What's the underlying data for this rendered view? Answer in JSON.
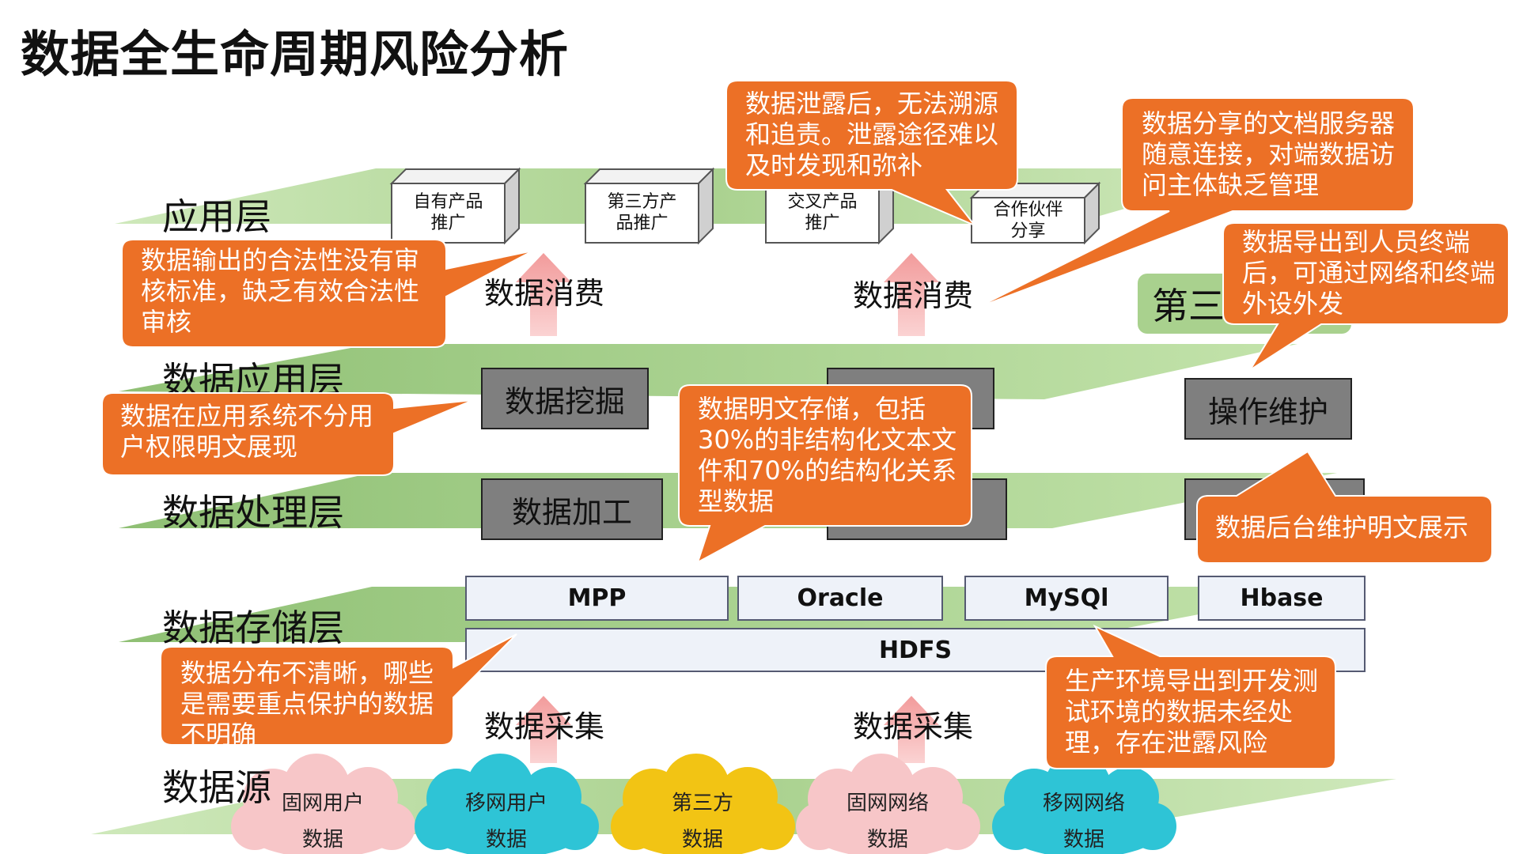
{
  "title": "数据全生命周期风险分析",
  "layers": {
    "app": "应用层",
    "data_app": "数据应用层",
    "processing": "数据处理层",
    "storage": "数据存储层",
    "source": "数据源"
  },
  "app_cubes": [
    {
      "line1": "自有产品",
      "line2": "推广"
    },
    {
      "line1": "第三方产",
      "line2": "品推广"
    },
    {
      "line1": "交叉产品",
      "line2": "推广"
    },
    {
      "line1": "合作伙伴",
      "line2": "分享"
    }
  ],
  "flows": {
    "consume_left": "数据消费",
    "consume_right": "数据消费",
    "collect_left": "数据采集",
    "collect_right": "数据采集"
  },
  "third_party_box": "第三方",
  "mining": "数据挖掘",
  "hidden_box_app": "",
  "ops": "操作维护",
  "processing_box": "数据加工",
  "hidden_box_proc": "",
  "hidden_box_right": "",
  "storage": {
    "mpp": "MPP",
    "oracle": "Oracle",
    "mysql": "MySQl",
    "hbase": "Hbase",
    "hdfs": "HDFS"
  },
  "sources": [
    {
      "line1": "固网用户",
      "line2": "数据",
      "color": "#f7c6c8"
    },
    {
      "line1": "移网用户",
      "line2": "数据",
      "color": "#2ec4d6"
    },
    {
      "line1": "第三方",
      "line2": "数据",
      "color": "#f2c414"
    },
    {
      "line1": "固网网络",
      "line2": "数据",
      "color": "#f7c6c8"
    },
    {
      "line1": "移网网络",
      "line2": "数据",
      "color": "#2ec4d6"
    }
  ],
  "callouts": {
    "leak": "数据泄露后，无法溯源和追责。泄露途径难以及时发现和弥补",
    "doc_share": "数据分享的文档服务器随意连接，对端数据访问主体缺乏管理",
    "legality": "数据输出的合法性没有审核标准，缺乏有效合法性审核",
    "export_terminal": "数据导出到人员终端后，可通过网络和终端外设外发",
    "app_display": "数据在应用系统不分用户权限明文展现",
    "plain_storage": "数据明文存储，包括30%的非结构化文本文件和70%的结构化关系型数据",
    "backend": "数据后台维护明文展示",
    "distribution": "数据分布不清晰，哪些是需要重点保护的数据不明确",
    "test_env": "生产环境导出到开发测试环境的数据未经处理，存在泄露风险"
  },
  "colors": {
    "callout": "#ec7026",
    "layer_band": "#a9d18e",
    "gray_box": "#7f7f7f",
    "arrow": "#f4a6a6"
  }
}
